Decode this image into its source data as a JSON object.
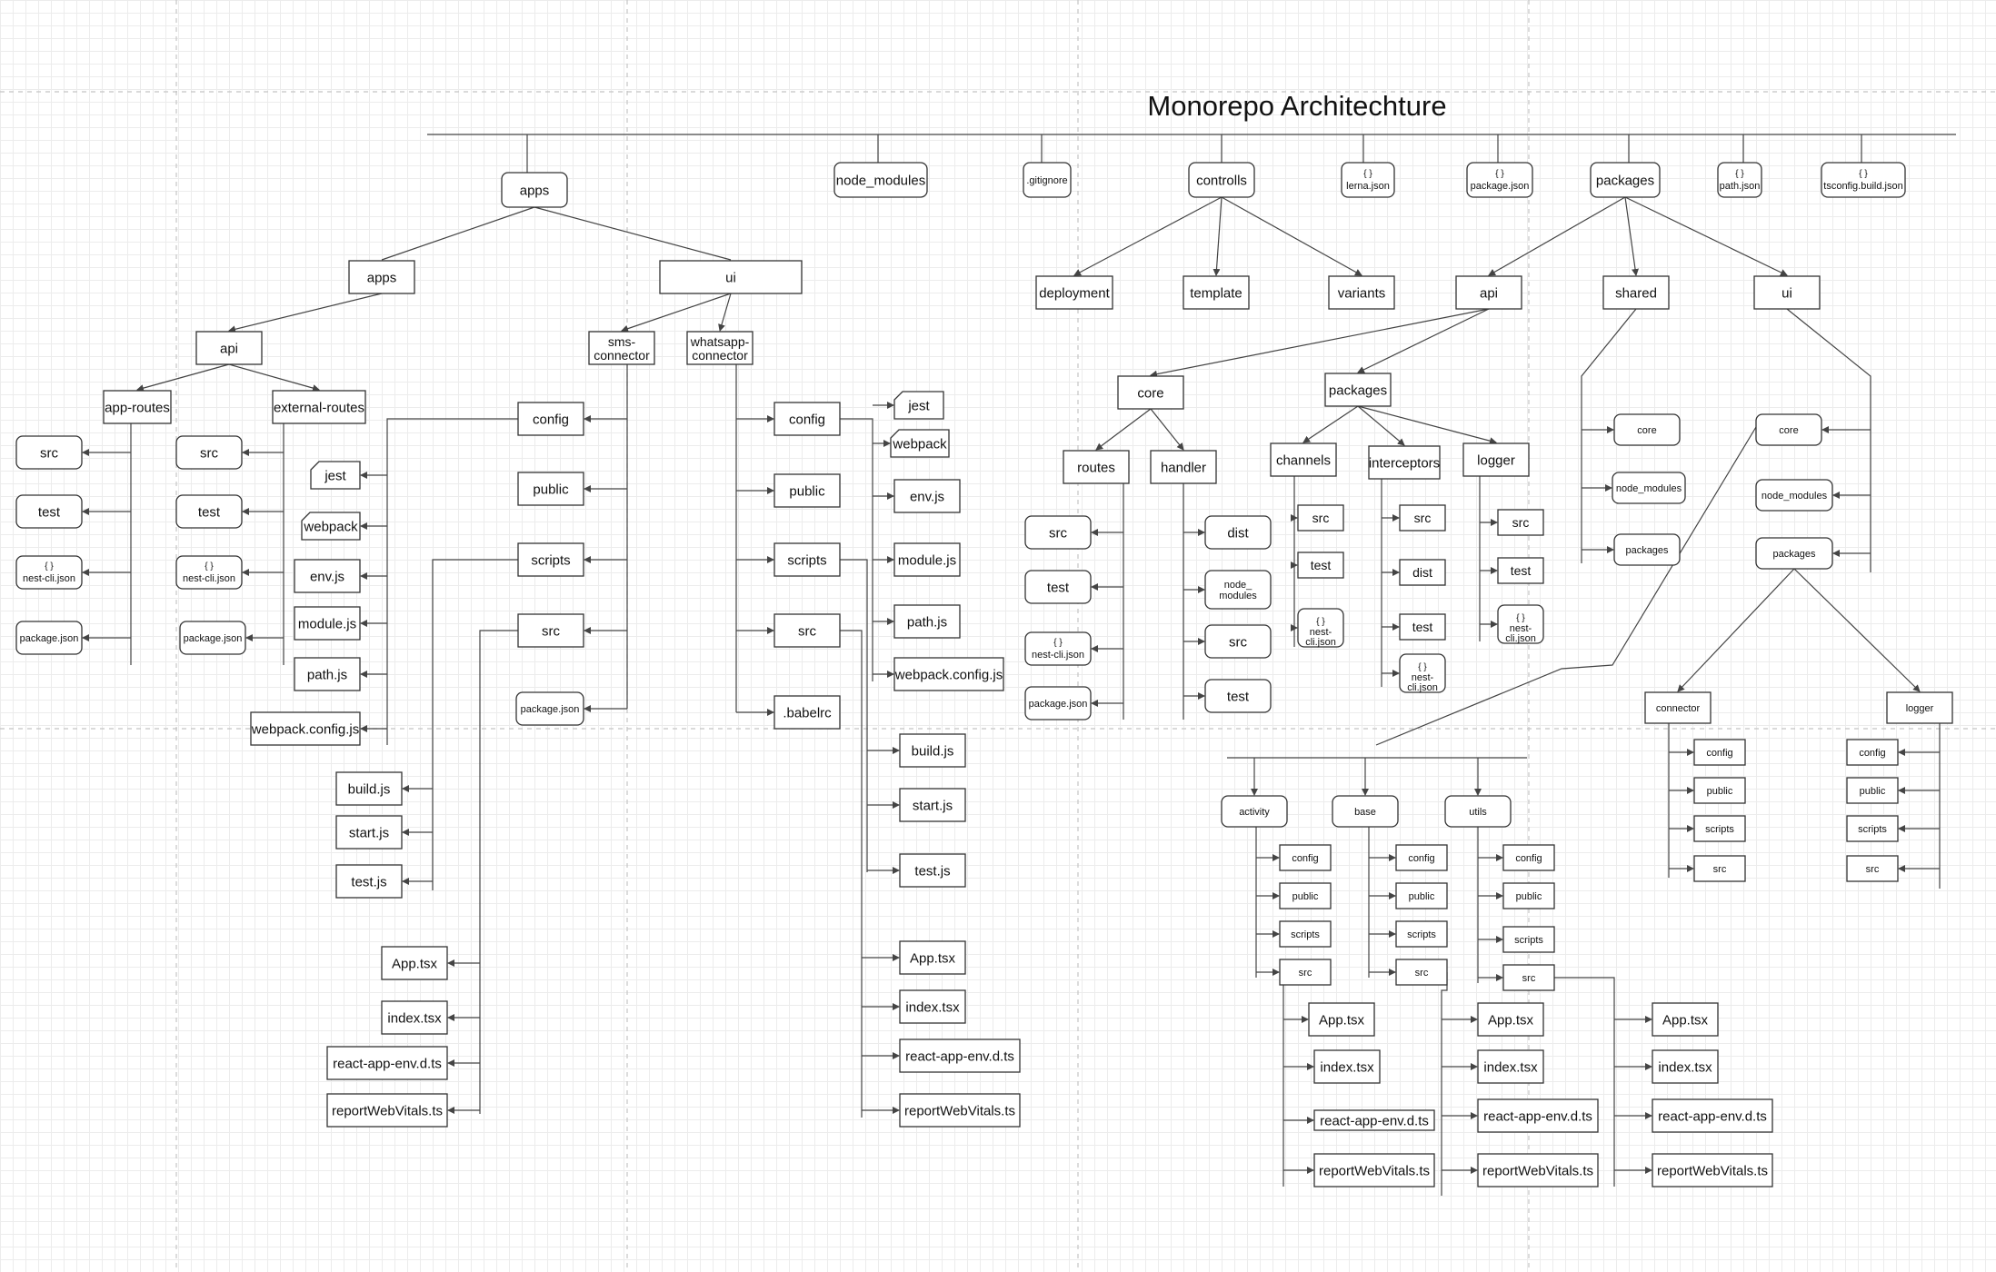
{
  "diagram": {
    "title": "Monorepo Architechture",
    "colors": {
      "line": "#444444",
      "box_border": "#333333",
      "grid": "#ececec",
      "page_break": "#c4c4c4"
    },
    "json_icon": "{ }",
    "nodes": {
      "root_apps": "apps",
      "node_modules": "node_modules",
      "gitignore": ".gitignore",
      "controlls": "controlls",
      "lerna_json": "lerna.json",
      "package_json": "package.json",
      "packages": "packages",
      "path_json": "path.json",
      "tsconfig_build_json": "tsconfig.build.json",
      "apps_apps": "apps",
      "apps_ui": "ui",
      "apps_api": "api",
      "app_routes": "app-routes",
      "external_routes": "external-routes",
      "ar_src": "src",
      "ar_test": "test",
      "ar_nest_cli": "nest-cli.json",
      "ar_package": "package.json",
      "er_src": "src",
      "er_test": "test",
      "er_nest_cli": "nest-cli.json",
      "er_package": "package.json",
      "sms_connector": "sms-connector",
      "whatsapp_connector": "whatsapp-connector",
      "sms_config": "config",
      "sms_public": "public",
      "sms_scripts": "scripts",
      "sms_src": "src",
      "sms_package": "package.json",
      "sms_jest": "jest",
      "sms_webpack": "webpack",
      "sms_env": "env.js",
      "sms_module": "module.js",
      "sms_path": "path.js",
      "sms_webpack_config": "webpack.config.js",
      "sms_build": "build.js",
      "sms_start": "start.js",
      "sms_testjs": "test.js",
      "sms_app": "App.tsx",
      "sms_index": "index.tsx",
      "sms_react_env": "react-app-env.d.ts",
      "sms_web_vitals": "reportWebVitals.ts",
      "wa_config": "config",
      "wa_public": "public",
      "wa_scripts": "scripts",
      "wa_src": "src",
      "wa_babelrc": ".babelrc",
      "wa_jest": "jest",
      "wa_webpack": "webpack",
      "wa_env": "env.js",
      "wa_module": "module.js",
      "wa_path": "path.js",
      "wa_webpack_config": "webpack.config.js",
      "wa_build": "build.js",
      "wa_start": "start.js",
      "wa_testjs": "test.js",
      "wa_app": "App.tsx",
      "wa_index": "index.tsx",
      "wa_react_env": "react-app-env.d.ts",
      "wa_web_vitals": "reportWebVitals.ts",
      "ctrl_deployment": "deployment",
      "ctrl_template": "template",
      "ctrl_variants": "variants",
      "pk_api": "api",
      "pk_shared": "shared",
      "pk_ui": "ui",
      "core": "core",
      "api_packages": "packages",
      "routes": "routes",
      "handler": "handler",
      "rt_src": "src",
      "rt_test": "test",
      "rt_nest_cli": "nest-cli.json",
      "rt_package": "package.json",
      "hd_dist": "dist",
      "hd_node_modules": "node_ modules",
      "hd_src": "src",
      "hd_test": "test",
      "channels": "channels",
      "interceptors": "interceptors",
      "logger": "logger",
      "ch_src": "src",
      "ch_test": "test",
      "ch_nest_cli": "nest-cli.json",
      "ic_src": "src",
      "ic_dist": "dist",
      "ic_test": "test",
      "ic_nest_cli": "nest-cli.json",
      "lg_src": "src",
      "lg_test": "test",
      "lg_nest_cli": "nest-cli.json",
      "sh_core": "core",
      "sh_node_modules": "node_modules",
      "sh_packages": "packages",
      "ui_core": "core",
      "ui_node_modules": "node_modules",
      "ui_packages": "packages",
      "connector": "connector",
      "ui_logger": "logger",
      "cn_config": "config",
      "cn_public": "public",
      "cn_scripts": "scripts",
      "cn_src": "src",
      "ul_config": "config",
      "ul_public": "public",
      "ul_scripts": "scripts",
      "ul_src": "src",
      "activity": "activity",
      "base": "base",
      "utils": "utils",
      "ac_config": "config",
      "ac_public": "public",
      "ac_scripts": "scripts",
      "ac_src": "src",
      "bs_config": "config",
      "bs_public": "public",
      "bs_scripts": "scripts",
      "bs_src": "src",
      "ut_config": "config",
      "ut_public": "public",
      "ut_scripts": "scripts",
      "ut_src": "src",
      "ac_app": "App.tsx",
      "ac_index": "index.tsx",
      "ac_react_env": "react-app-env.d.ts",
      "ac_web_vitals": "reportWebVitals.ts",
      "bs_app": "App.tsx",
      "bs_index": "index.tsx",
      "bs_react_env": "react-app-env.d.ts",
      "bs_web_vitals": "reportWebVitals.ts",
      "ut_app": "App.tsx",
      "ut_index": "index.tsx",
      "ut_react_env": "react-app-env.d.ts",
      "ut_web_vitals": "reportWebVitals.ts"
    },
    "connections": [
      [
        "root_apps",
        "apps_apps"
      ],
      [
        "root_apps",
        "apps_ui"
      ],
      [
        "apps_apps",
        "apps_api"
      ],
      [
        "apps_api",
        "app_routes"
      ],
      [
        "apps_api",
        "external_routes"
      ],
      [
        "apps_ui",
        "sms_connector"
      ],
      [
        "apps_ui",
        "whatsapp_connector"
      ],
      [
        "controlls",
        "ctrl_deployment"
      ],
      [
        "controlls",
        "ctrl_template"
      ],
      [
        "controlls",
        "ctrl_variants"
      ],
      [
        "packages",
        "pk_api"
      ],
      [
        "packages",
        "pk_shared"
      ],
      [
        "packages",
        "pk_ui"
      ],
      [
        "pk_api",
        "core"
      ],
      [
        "pk_api",
        "api_packages"
      ],
      [
        "core",
        "routes"
      ],
      [
        "core",
        "handler"
      ],
      [
        "api_packages",
        "channels"
      ],
      [
        "api_packages",
        "interceptors"
      ],
      [
        "api_packages",
        "logger"
      ],
      [
        "ui_packages",
        "connector"
      ],
      [
        "ui_packages",
        "ui_logger"
      ]
    ]
  }
}
